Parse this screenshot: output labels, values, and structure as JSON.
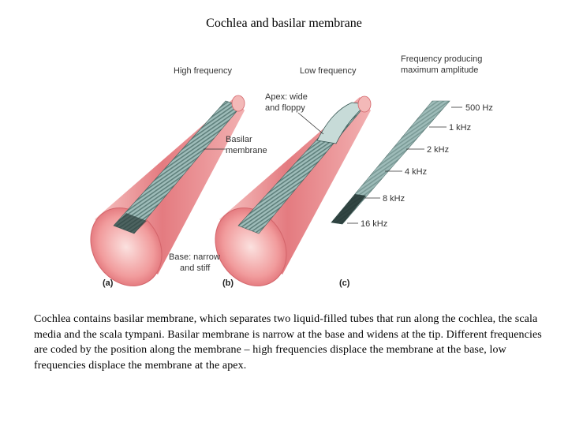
{
  "title": "Cochlea and basilar membrane",
  "figure": {
    "labels": {
      "high_frequency": "High frequency",
      "low_frequency": "Low frequency",
      "frequency_producing_1": "Frequency producing",
      "frequency_producing_2": "maximum amplitude",
      "apex_1": "Apex: wide",
      "apex_2": "and floppy",
      "basilar_1": "Basilar",
      "basilar_2": "membrane",
      "base_1": "Base: narrow",
      "base_2": "and stiff"
    },
    "panels": [
      "(a)",
      "(b)",
      "(c)"
    ],
    "frequencies": [
      "500 Hz",
      "1 kHz",
      "2 kHz",
      "4 kHz",
      "8 kHz",
      "16 kHz"
    ]
  },
  "caption": "Cochlea contains basilar membrane, which separates two liquid-filled tubes that run along the cochlea, the scala media and the scala tympani. Basilar membrane is narrow at the base and widens at the tip. Different frequencies are coded by the position along the membrane – high frequencies displace the membrane at the base, low frequencies displace the membrane at the apex.",
  "colors": {
    "cone": "#e8868a",
    "cone_light": "#f7c9c8",
    "membrane": "#8fb0ad",
    "membrane_dark": "#2f4f4c"
  }
}
